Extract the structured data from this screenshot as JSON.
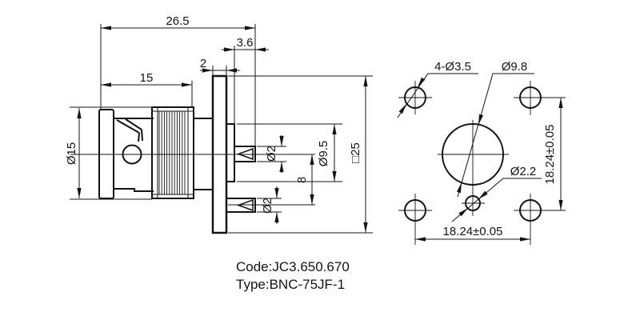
{
  "side_view": {
    "overall_length": "26.5",
    "front_section_length": "15",
    "terminal_protrusion": "3.6",
    "flange_thickness": "2",
    "coupling_diameter": "Ø15",
    "upper_terminal_diameter": "Ø2",
    "lower_terminal_diameter": "Ø2",
    "terminal_spacing": "8",
    "insulator_diameter": "Ø9.5",
    "flange_size": "□25"
  },
  "rear_view": {
    "mounting_holes": "4-Ø3.5",
    "center_hole_diameter": "Ø9.8",
    "ground_hole_diameter": "Ø2.2",
    "hole_spacing_horizontal": "18.24±0.05",
    "hole_spacing_vertical": "18.24±0.05"
  },
  "caption": {
    "code": "Code:JC3.650.670",
    "type": "Type:BNC-75JF-1"
  }
}
